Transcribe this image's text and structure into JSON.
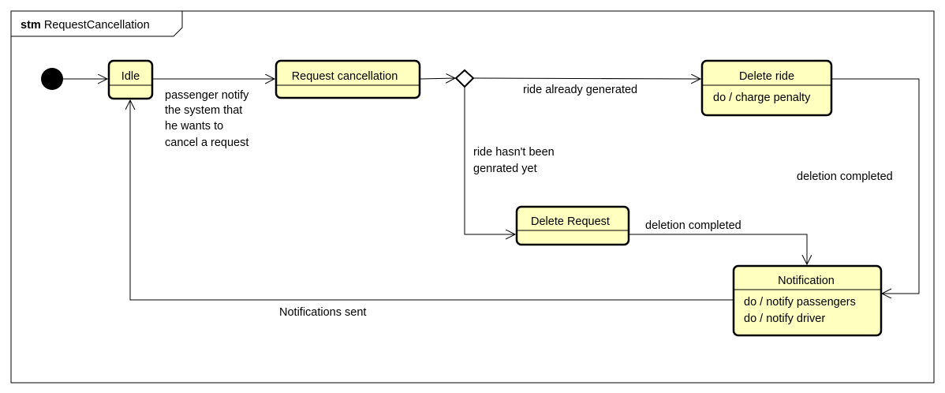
{
  "frame": {
    "keyword": "stm",
    "name": "RequestCancellation"
  },
  "states": {
    "idle": {
      "name": "Idle"
    },
    "request_cancellation": {
      "name": "Request cancellation"
    },
    "delete_ride": {
      "name": "Delete ride",
      "activity": "do / charge penalty"
    },
    "delete_request": {
      "name": "Delete Request"
    },
    "notification": {
      "name": "Notification",
      "activities": [
        "do / notify passengers",
        "do / notify driver"
      ]
    }
  },
  "transitions": {
    "idle_to_request": [
      "passenger notify",
      "the system that",
      "he wants to",
      "cancel a request"
    ],
    "ride_generated": "ride already generated",
    "ride_not_generated": [
      "ride hasn't been",
      "genrated yet"
    ],
    "delete_ride_done": "deletion completed",
    "delete_request_done": "deletion completed",
    "notifications_sent": "Notifications sent"
  },
  "colors": {
    "state_fill": "#ffffc0",
    "stroke": "#000000"
  }
}
